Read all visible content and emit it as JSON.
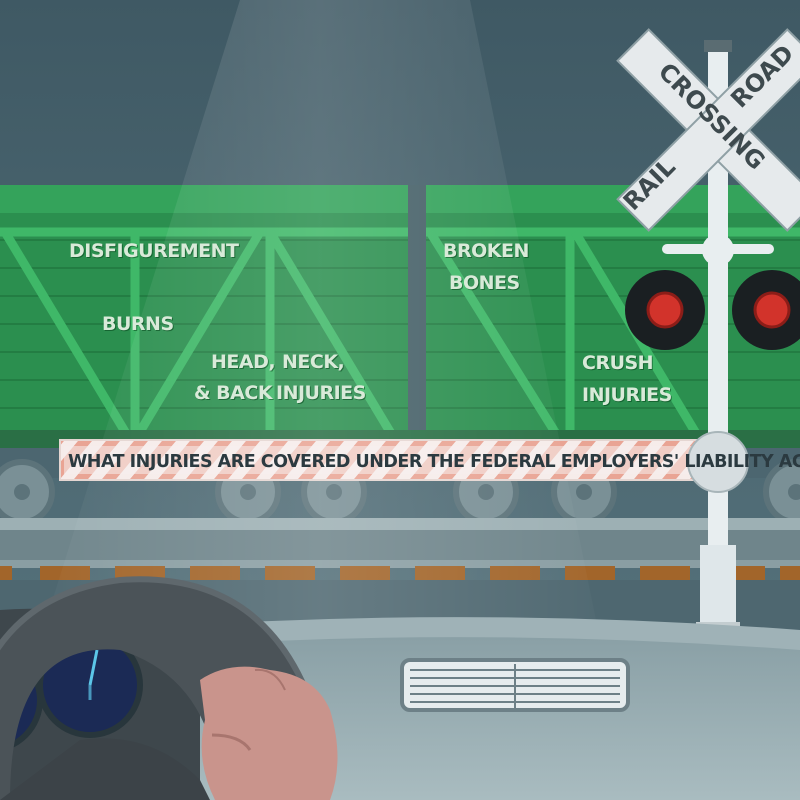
{
  "sign": {
    "word1": "RAIL",
    "word2": "ROAD",
    "word3": "CROSSING"
  },
  "train_labels": {
    "disfigurement": "DISFIGUREMENT",
    "burns": "BURNS",
    "head": "HEAD,",
    "back": "& BACK",
    "neck": "NECK,",
    "injuries1": "INJURIES",
    "broken": "BROKEN",
    "bones": "BONES",
    "crush": "CRUSH",
    "injuries2": "INJURIES"
  },
  "gate": {
    "question": "WHAT INJURIES ARE COVERED UNDER THE FEDERAL EMPLOYERS' LIABILITY ACT?"
  },
  "colors": {
    "train": "#2b8f4f",
    "sky": "#4a6470",
    "signal_red": "#d2332b",
    "gate_stripe": "#e8a090"
  }
}
